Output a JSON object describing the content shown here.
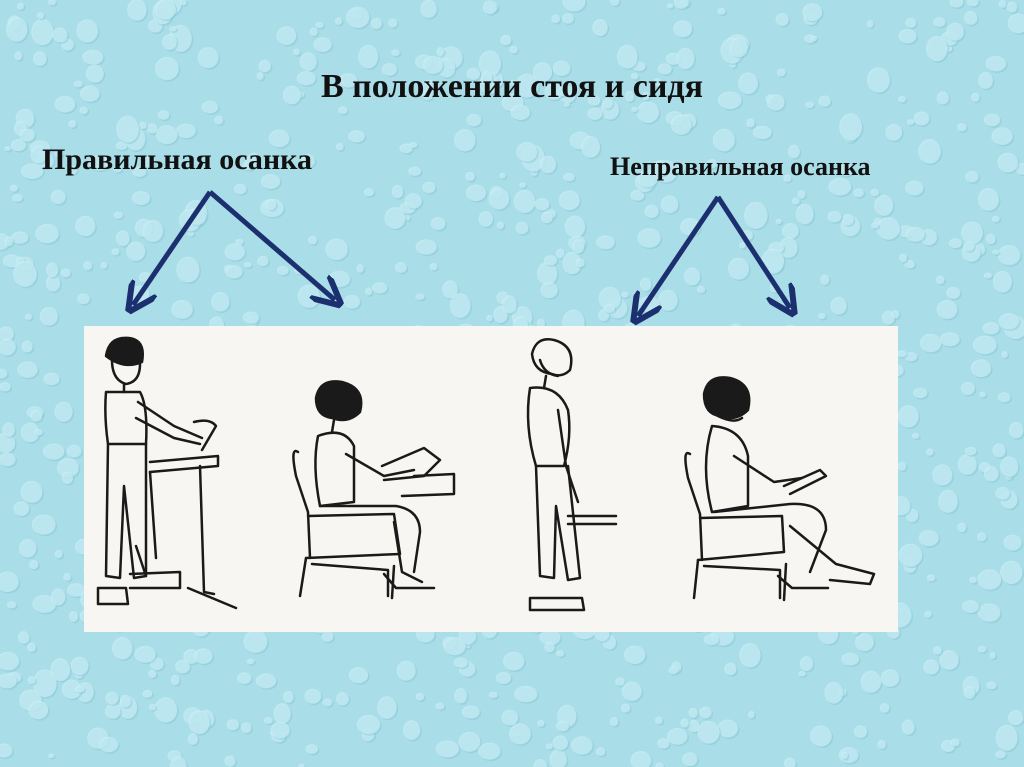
{
  "slide": {
    "title": "В положении стоя и сидя",
    "label_correct": "Правильная осанка",
    "label_incorrect": "Неправильная осанка"
  },
  "colors": {
    "background": "#a9dde8",
    "droplet": "#c9eef5",
    "droplet_shadow": "#86c6d4",
    "arrow": "#1c2f6e",
    "panel": "#f7f6f2",
    "ink": "#1a1a1a"
  },
  "figures": [
    {
      "name": "correct-standing",
      "posture": "correct"
    },
    {
      "name": "correct-sitting",
      "posture": "correct"
    },
    {
      "name": "incorrect-standing",
      "posture": "incorrect"
    },
    {
      "name": "incorrect-sitting",
      "posture": "incorrect"
    }
  ]
}
